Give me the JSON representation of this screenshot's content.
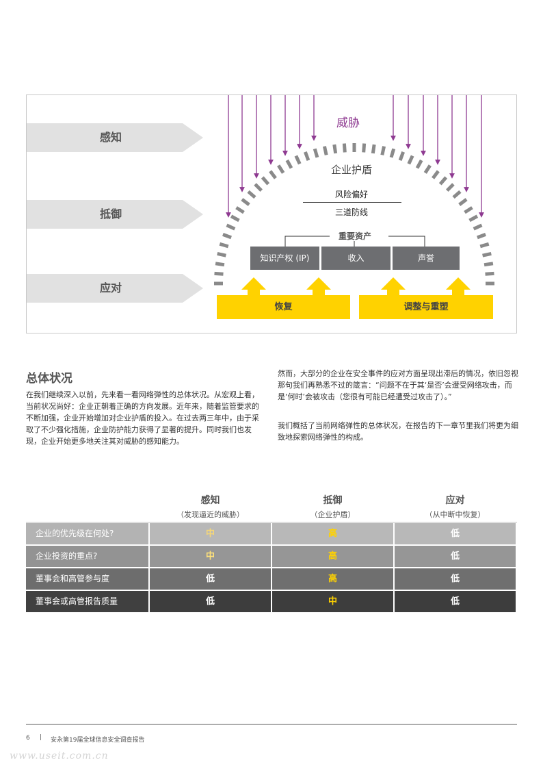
{
  "diagram": {
    "stages": [
      "感知",
      "抵御",
      "应对"
    ],
    "threat": "威胁",
    "shield": "企业护盾",
    "risk_appetite": "风险偏好",
    "lines_of_defense": "三道防线",
    "key_assets_title": "重要资产",
    "assets": [
      "知识产权 (IP)",
      "收入",
      "声誉"
    ],
    "recovery": "恢复",
    "adjust": "调整与重塑",
    "colors": {
      "threat": "#8e3a91",
      "yellow": "#ffd200",
      "asset_gray": "#6d6e71",
      "arrow_gray": "#e0e0e0"
    }
  },
  "section": {
    "title": "总体状况",
    "para1": "在我们继续深入以前，先来看一看网络弹性的总体状况。从宏观上看，当前状况尚好：企业正朝着正确的方向发展。近年来，随着监管要求的不断加强，企业开始增加对企业护盾的投入。在过去两三年中，由于采取了不少强化措施，企业防护能力获得了显著的提升。同时我们也发现，企业开始更多地关注其对威胁的感知能力。",
    "para2": "然而，大部分的企业在安全事件的应对方面呈现出滞后的情况，依旧忽视那句我们再熟悉不过的箴言：“问题不在于其‘是否’会遭受网络攻击，而是‘何时’会被攻击（您很有可能已经遭受过攻击了）。”",
    "para3": "我们概括了当前网络弹性的总体状况，在报告的下一章节里我们将更为细致地探索网络弹性的构成。"
  },
  "table": {
    "columns": [
      {
        "title": "感知",
        "subtitle": "（发现逼近的威胁）"
      },
      {
        "title": "抵御",
        "subtitle": "（企业护盾）"
      },
      {
        "title": "应对",
        "subtitle": "（从中断中恢复）"
      }
    ],
    "rows": [
      {
        "label": "企业的优先级在何处?",
        "values": [
          "中",
          "高",
          "低"
        ],
        "label_bg": "#b3b3b3",
        "cell_bg": "#b8b8b8",
        "colors": [
          "#f5d778",
          "#ffd200",
          "#ffffff"
        ]
      },
      {
        "label": "企业投资的重点?",
        "values": [
          "中",
          "高",
          "低"
        ],
        "label_bg": "#939393",
        "cell_bg": "#969696",
        "colors": [
          "#ffe27a",
          "#ffd200",
          "#ffffff"
        ]
      },
      {
        "label": "董事会和高管参与度",
        "values": [
          "低",
          "高",
          "低"
        ],
        "label_bg": "#6d6d6d",
        "cell_bg": "#6f6f6f",
        "colors": [
          "#ffffff",
          "#ffd200",
          "#ffffff"
        ]
      },
      {
        "label": "董事会或高管报告质量",
        "values": [
          "低",
          "中",
          "低"
        ],
        "label_bg": "#404040",
        "cell_bg": "#3d3d3d",
        "colors": [
          "#ffffff",
          "#ffd200",
          "#ffffff"
        ]
      }
    ]
  },
  "footer": {
    "page": "6",
    "separator": "|",
    "title": "安永第19届全球信息安全调查报告",
    "watermark": "www.useit.com.cn"
  }
}
